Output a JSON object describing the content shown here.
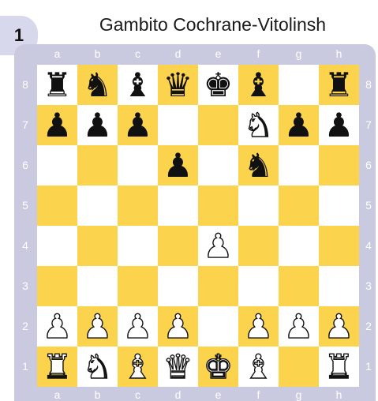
{
  "diagram_number": "1",
  "title": "Gambito Cochrane-Vitolinsh",
  "files": [
    "a",
    "b",
    "c",
    "d",
    "e",
    "f",
    "g",
    "h"
  ],
  "ranks": [
    "8",
    "7",
    "6",
    "5",
    "4",
    "3",
    "2",
    "1"
  ],
  "colors": {
    "dark_square": "#fcd34d",
    "light_square": "#ffffff",
    "frame": "#c9c9e0"
  },
  "position": [
    [
      "bR",
      "bN",
      "bB",
      "bQ",
      "bK",
      "bB",
      "",
      "bR"
    ],
    [
      "bP",
      "bP",
      "bP",
      "",
      "",
      "wN",
      "bP",
      "bP"
    ],
    [
      "",
      "",
      "",
      "bP",
      "",
      "bN",
      "",
      ""
    ],
    [
      "",
      "",
      "",
      "",
      "",
      "",
      "",
      ""
    ],
    [
      "",
      "",
      "",
      "",
      "wP",
      "",
      "",
      ""
    ],
    [
      "",
      "",
      "",
      "",
      "",
      "",
      "",
      ""
    ],
    [
      "wP",
      "wP",
      "wP",
      "wP",
      "",
      "wP",
      "wP",
      "wP"
    ],
    [
      "wR",
      "wN",
      "wB",
      "wQ",
      "wK",
      "wB",
      "",
      "wR"
    ]
  ]
}
